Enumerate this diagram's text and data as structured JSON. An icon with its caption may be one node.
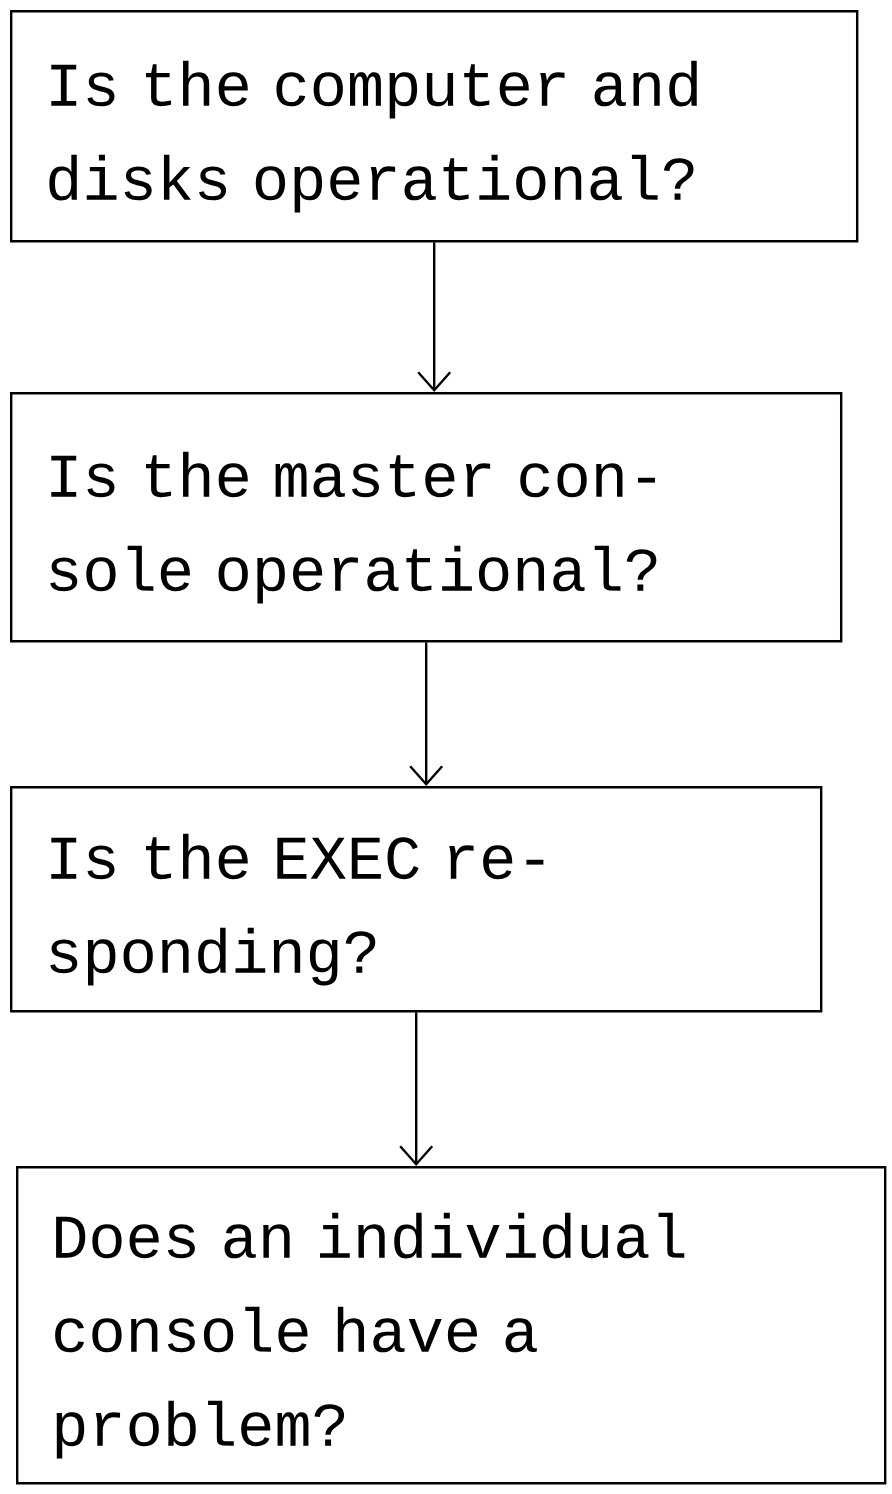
{
  "diagram": {
    "nodes": [
      {
        "text": [
          "Is the computer and disks operational?"
        ]
      },
      {
        "text": [
          "Is the master con- sole operational?"
        ]
      },
      {
        "text": [
          "Is the EXEC re- sponding?"
        ]
      },
      {
        "text": [
          "Does an individual console have a problem?"
        ]
      }
    ],
    "edges": [
      {
        "from": 0,
        "to": 1,
        "arrow": "to"
      },
      {
        "from": 1,
        "to": 2,
        "arrow": "to"
      },
      {
        "from": 2,
        "to": 3,
        "arrow": "to"
      }
    ]
  }
}
